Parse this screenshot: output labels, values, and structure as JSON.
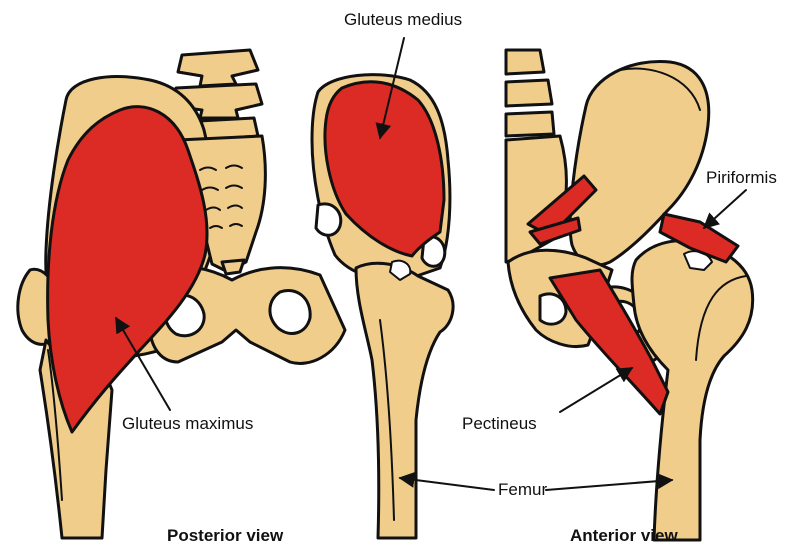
{
  "labels": {
    "gluteus_medius": "Gluteus medius",
    "piriformis": "Piriformis",
    "gluteus_maximus": "Gluteus maximus",
    "pectineus": "Pectineus",
    "femur": "Femur",
    "posterior_view": "Posterior view",
    "anterior_view": "Anterior view"
  },
  "colors": {
    "bone": "#f1cd8c",
    "muscle": "#dc2a24",
    "outline": "#111111",
    "background": "#ffffff"
  }
}
